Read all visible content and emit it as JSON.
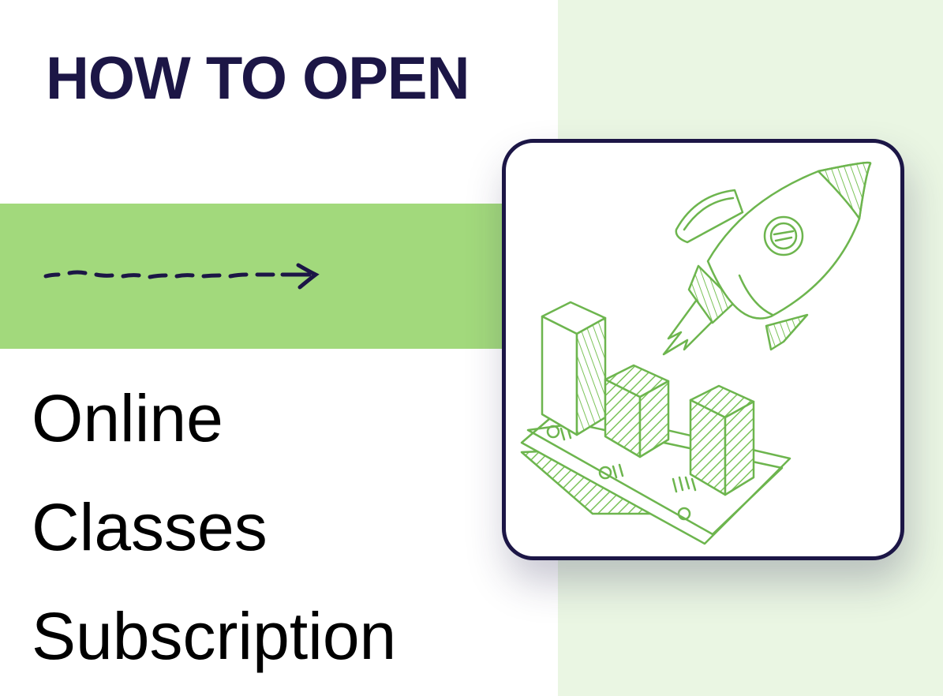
{
  "heading": {
    "text": "HOW TO OPEN",
    "color": "#1c1646"
  },
  "title_lines": [
    "Online",
    "Classes",
    "Subscription"
  ],
  "colors": {
    "band": "#a2d97c",
    "right_panel": "#eaf6e3",
    "card_border": "#1c1646",
    "sketch": "#6db54e"
  },
  "illustration": {
    "icon": "rocket-and-bar-chart-icon"
  },
  "decoration": {
    "icon": "dashed-arrow-icon"
  }
}
